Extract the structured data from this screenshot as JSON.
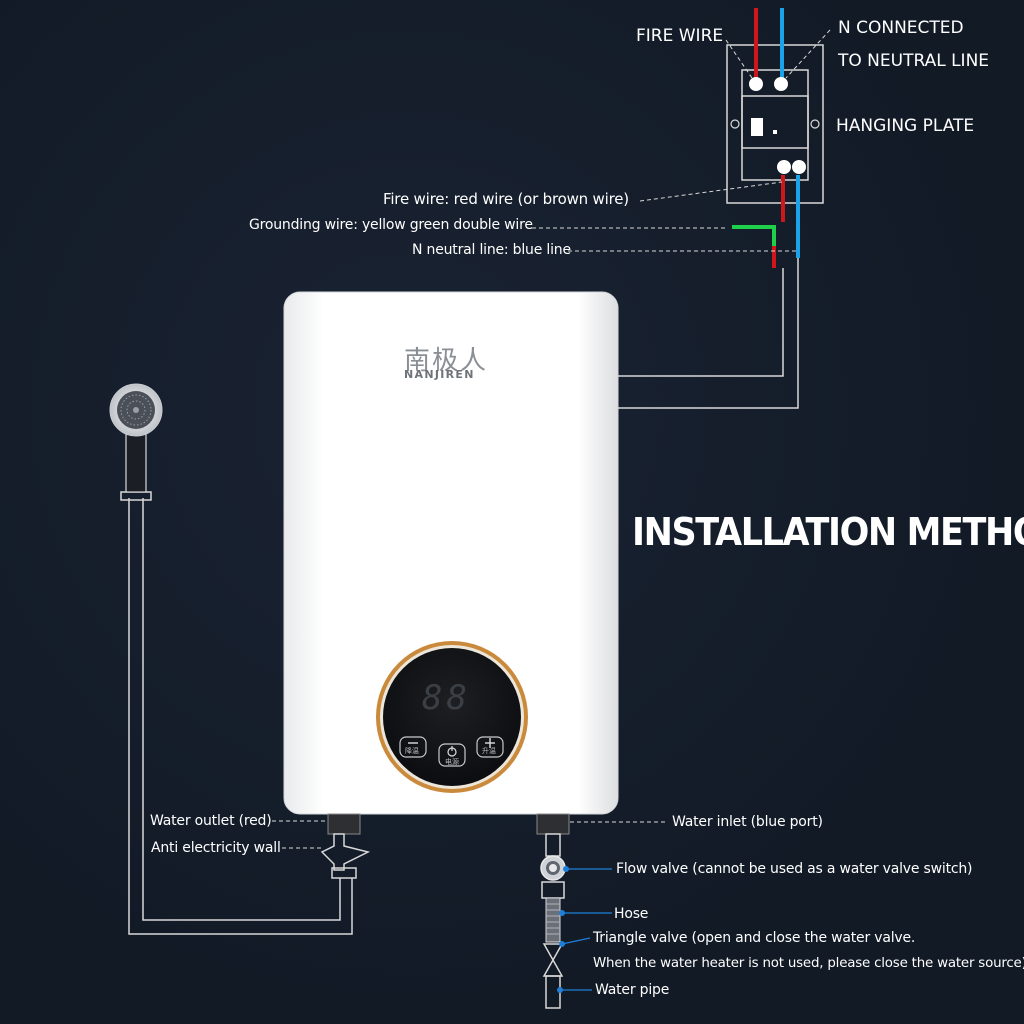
{
  "title": "INSTALLATION METHOD",
  "brand": {
    "chinese": "南极人",
    "latin": "NANJIREN"
  },
  "display": {
    "digits": "88"
  },
  "buttons": {
    "minus_label": "降温",
    "power_label": "电源",
    "plus_label": "升温"
  },
  "hanging_plate": {
    "fire_wire": "FIRE WIRE",
    "n_connected_line1": "N CONNECTED",
    "n_connected_line2": "TO NEUTRAL LINE",
    "hanging_plate": "HANGING PLATE"
  },
  "wiring": {
    "fire_wire": "Fire wire: red wire (or brown wire)",
    "grounding_wire": "Grounding wire: yellow green double wire",
    "neutral_line": "N neutral line: blue line"
  },
  "water_left": {
    "outlet": "Water outlet (red)",
    "anti_electricity": "Anti electricity wall"
  },
  "water_right": {
    "inlet": "Water inlet (blue port)",
    "flow_valve": "Flow valve (cannot be used as a water valve switch)",
    "hose": "Hose",
    "triangle_valve_1": "Triangle valve (open and close the water valve.",
    "triangle_valve_2": "When the water heater is not used, please close the water source)",
    "water_pipe": "Water pipe"
  },
  "colors": {
    "background": "#121a26",
    "fire_wire": "#d0161a",
    "neutral_wire": "#1aa3e8",
    "ground_wire": "#1fd14a",
    "pointer_dot": "#1e7fd8",
    "ring_accent": "#c98a3c"
  }
}
